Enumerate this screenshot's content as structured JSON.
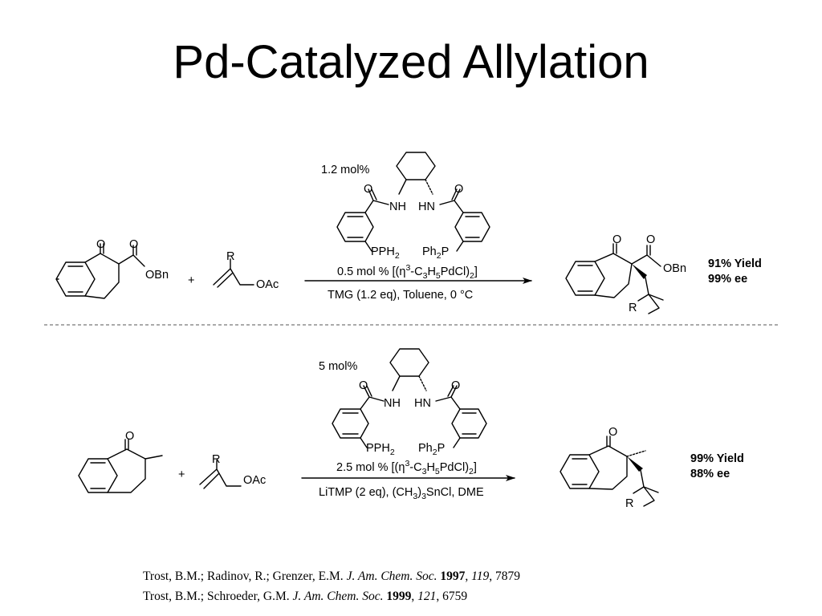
{
  "title": "Pd-Catalyzed Allylation",
  "atoms": {
    "O": "O",
    "NH": "NH",
    "HN": "HN",
    "OBn": "OBn",
    "OAc": "OAc",
    "R": "R",
    "plus": "+"
  },
  "scheme1": {
    "ligand_loading": "1.2 mol%",
    "pd_loading": "0.5 mol %",
    "base_conditions": "TMG (1.2 eq), Toluene, 0 °C",
    "yield": "91% Yield",
    "ee": "99% ee"
  },
  "scheme2": {
    "ligand_loading": "5 mol%",
    "pd_loading": "2.5 mol %",
    "base_conditions_pre": "LiTMP (2 eq), (CH",
    "base_conditions_sub": "3",
    "base_conditions_mid": ")",
    "base_conditions_sub2": "3",
    "base_conditions_post": "SnCl, DME",
    "yield": "99% Yield",
    "ee": "88% ee"
  },
  "pd_reagent": {
    "open": "[(η",
    "sup": "3",
    "c": "-C",
    "c_sub": "3",
    "h": "H",
    "h_sub": "5",
    "rest": "PdCl)",
    "close_sub": "2",
    "close": "]"
  },
  "phosphines": {
    "left": "PPH",
    "left_sub": "2",
    "right_pre": "Ph",
    "right_sub": "2",
    "right_post": "P"
  },
  "references": [
    {
      "authors": "Trost, B.M.; Radinov, R.; Grenzer, E.M.",
      "journal": "J. Am. Chem. Soc.",
      "year": "1997",
      "volume": "119",
      "pages": ", 7879"
    },
    {
      "authors": "Trost, B.M.; Schroeder, G.M.",
      "journal": "J. Am. Chem. Soc.",
      "year": "1999",
      "volume": "121",
      "pages": ", 6759"
    }
  ]
}
